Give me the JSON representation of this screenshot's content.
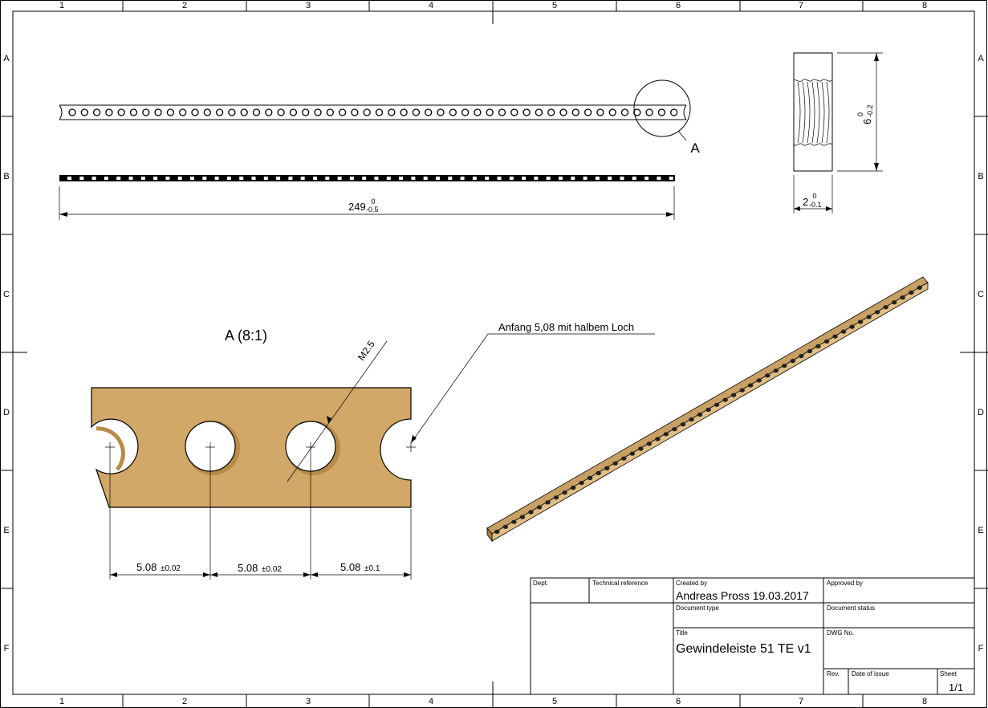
{
  "border": {
    "columns": [
      "1",
      "2",
      "3",
      "4",
      "5",
      "6",
      "7",
      "8"
    ],
    "rows": [
      "A",
      "B",
      "C",
      "D",
      "E",
      "F"
    ]
  },
  "views": {
    "detail_marker": "A",
    "detail_title": "A (8:1)",
    "dim_length_base": "249",
    "dim_length_upper": "0",
    "dim_length_lower": "-0.5",
    "dim_height_base": "6",
    "dim_height_upper": "0",
    "dim_height_lower": "-0.2",
    "dim_width_base": "2",
    "dim_width_upper": "0",
    "dim_width_lower": "-0.1",
    "thread_label": "M2.5",
    "note": "Anfang 5,08 mit halbem Loch",
    "pitch_dims": [
      {
        "base": "5.08",
        "tol": "±0.02"
      },
      {
        "base": "5.08",
        "tol": "±0.02"
      },
      {
        "base": "5.08",
        "tol": "±0.1"
      }
    ]
  },
  "title_block": {
    "dept_label": "Dept.",
    "tech_ref_label": "Technical reference",
    "created_by_label": "Created by",
    "created_by_value": "Andreas Pross  19.03.2017",
    "approved_by_label": "Approved by",
    "doc_type_label": "Document type",
    "doc_status_label": "Document status",
    "title_label": "Title",
    "title_value": "Gewindeleiste 51 TE v1",
    "dwg_label": "DWG No.",
    "rev_label": "Rev.",
    "date_issue_label": "Date of issue",
    "sheet_label": "Sheet",
    "sheet_value": "1/1"
  },
  "colors": {
    "part_fill": "#d2a868",
    "part_edge": "#b88a48"
  }
}
